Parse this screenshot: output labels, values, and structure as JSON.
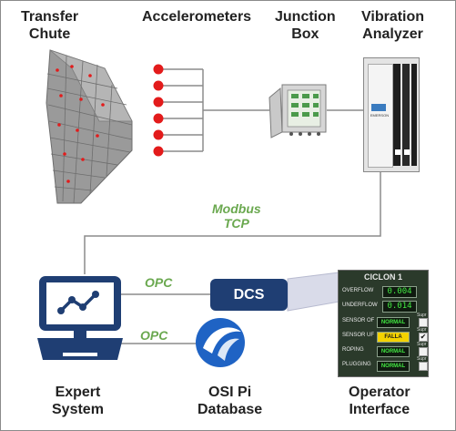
{
  "titles": {
    "transfer_chute": [
      "Transfer",
      "Chute"
    ],
    "accelerometers": "Accelerometers",
    "junction_box": [
      "Junction",
      "Box"
    ],
    "vibration_analyzer": [
      "Vibration",
      "Analyzer"
    ],
    "expert_system": [
      "Expert",
      "System"
    ],
    "osi_pi": [
      "OSI Pi",
      "Database"
    ],
    "operator_interface": [
      "Operator",
      "Interface"
    ]
  },
  "protocols": {
    "modbus": [
      "Modbus",
      "TCP"
    ],
    "opc_dcs": "OPC",
    "opc_pi": "OPC"
  },
  "dcs": "DCS",
  "analyzer_label": "EMERSON",
  "operator_panel": {
    "title": "CICLON 1",
    "readouts": [
      {
        "label": "OVERFLOW",
        "value": "0.004"
      },
      {
        "label": "UNDERFLOW",
        "value": "0.014"
      }
    ],
    "sensors": [
      {
        "label": "SENSOR OF",
        "state": "NORMAL",
        "checked": false
      },
      {
        "label": "SENSOR UF",
        "state": "FALLA",
        "checked": true
      },
      {
        "label": "ROPING",
        "state": "NORMAL",
        "checked": false
      },
      {
        "label": "PLUGGING",
        "state": "NORMAL",
        "checked": false
      }
    ],
    "supr_label": "Supr"
  },
  "colors": {
    "dcs": "#1f3e73",
    "protocol_text": "#6aa84f",
    "expert_system": "#1f3e73",
    "sensor_dot": "#e31b1b"
  }
}
